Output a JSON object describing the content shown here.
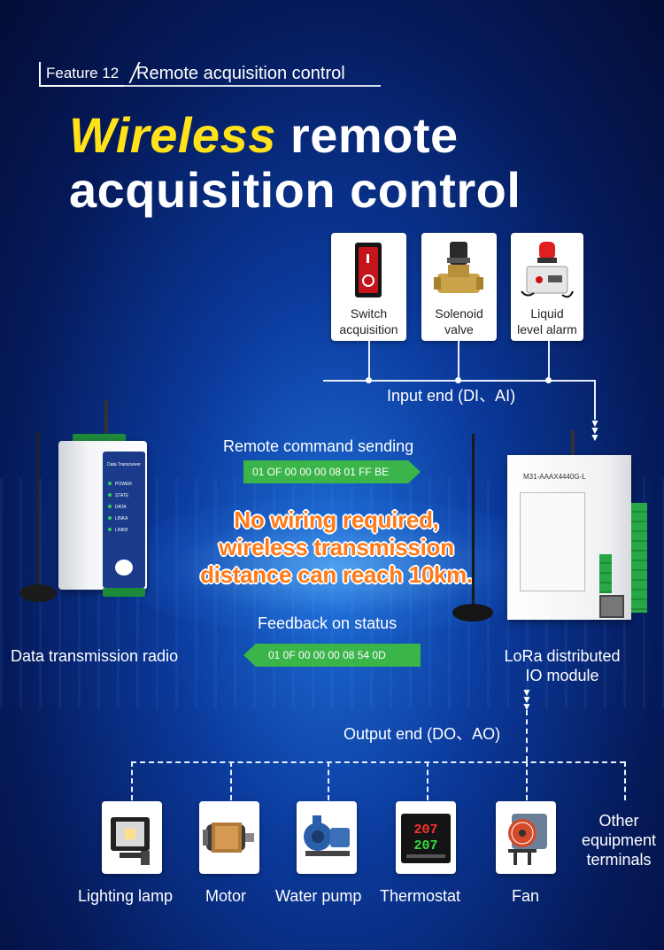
{
  "feature": {
    "tag": "Feature 12",
    "title": "Remote acquisition control"
  },
  "headline": {
    "accent": "Wireless",
    "rest_line1": "remote",
    "line2": "acquisition control"
  },
  "inputs": [
    {
      "line1": "Switch",
      "line2": "acquisition",
      "icon": "rocker-switch-icon"
    },
    {
      "line1": "Solenoid",
      "line2": "valve",
      "icon": "solenoid-valve-icon"
    },
    {
      "line1": "Liquid",
      "line2": "level alarm",
      "icon": "liquid-level-alarm-icon"
    }
  ],
  "input_end": "Input end (DI、AI)",
  "command": {
    "label": "Remote command sending",
    "hex": "01 OF 00 00 00 08 01 FF BE",
    "color": "#3bb54a"
  },
  "feedback": {
    "label": "Feedback on status",
    "hex": "01 0F 00 00 00 08 54 0D",
    "color": "#3bb54a"
  },
  "message": {
    "line1": "No wiring required,",
    "line2": "wireless transmission",
    "line3": "distance can reach 10km.",
    "color": "#ff7a1a"
  },
  "radio": {
    "caption": "Data transmission radio",
    "device_name": "Data Transceiver",
    "leds": [
      "POWER",
      "STATE",
      "DATA",
      "LINKA",
      "LINKB"
    ]
  },
  "io_module": {
    "caption_line1": "LoRa distributed",
    "caption_line2": "IO module",
    "model": "M31-AAAX4440G-L"
  },
  "output_end": "Output end (DO、AO)",
  "outputs": [
    {
      "label": "Lighting lamp",
      "icon": "flood-lamp-icon"
    },
    {
      "label": "Motor",
      "icon": "motor-icon"
    },
    {
      "label": "Water pump",
      "icon": "water-pump-icon"
    },
    {
      "label": "Thermostat",
      "icon": "thermostat-icon",
      "display_top": "207",
      "display_bottom": "207"
    },
    {
      "label": "Fan",
      "icon": "fan-icon"
    }
  ],
  "other": {
    "line1": "Other",
    "line2": "equipment",
    "line3": "terminals"
  },
  "colors": {
    "accent_yellow": "#ffe21a",
    "background_blue": "#0b3a9c"
  }
}
